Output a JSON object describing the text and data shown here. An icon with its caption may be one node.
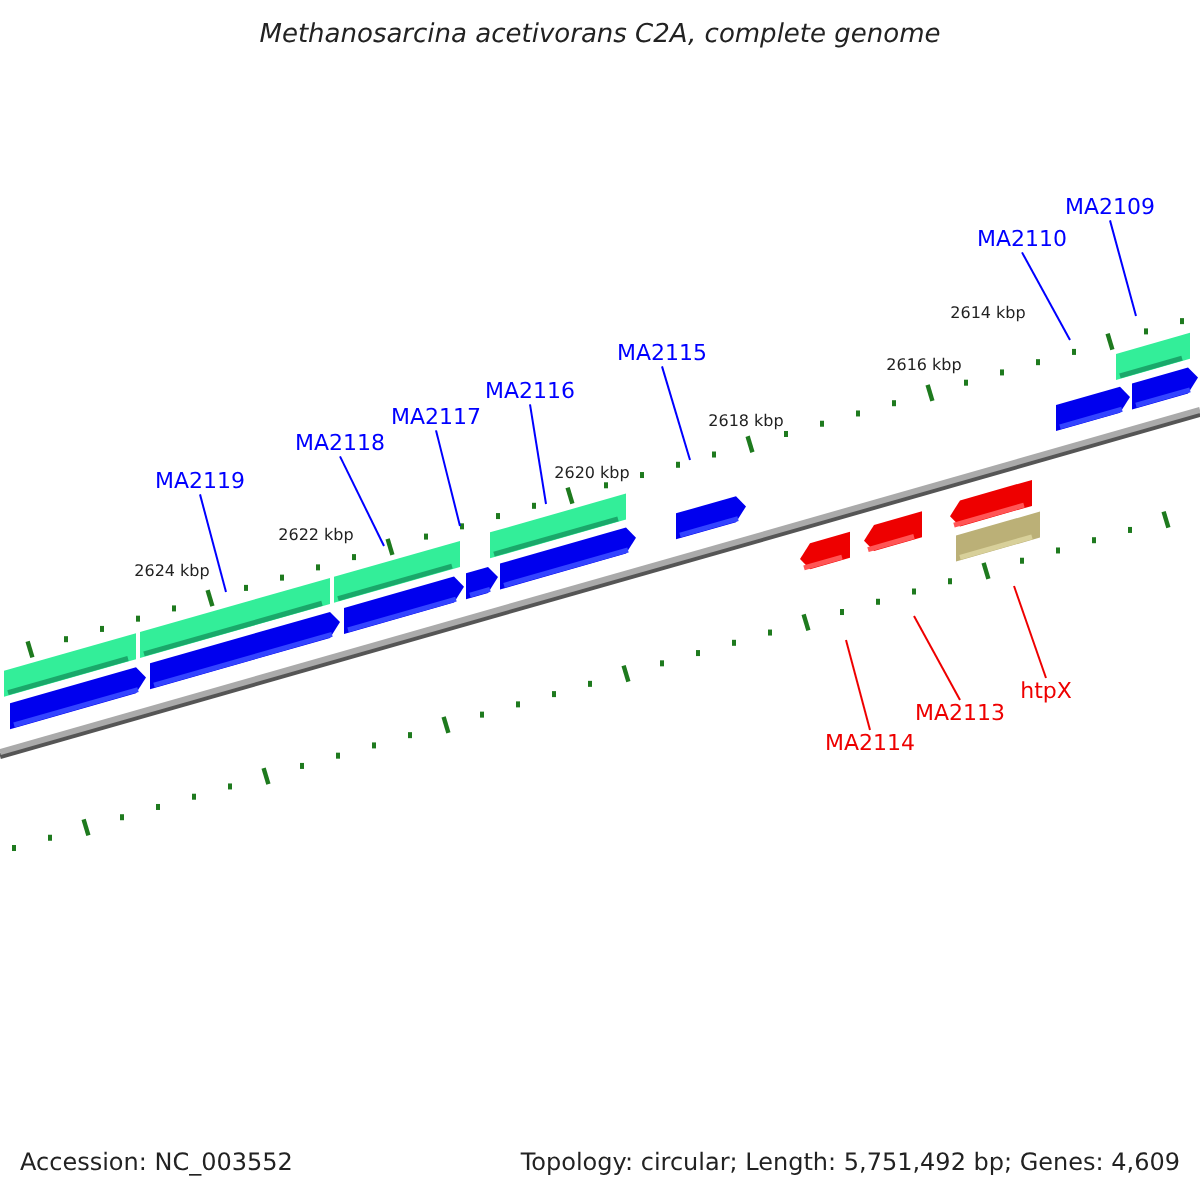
{
  "diagram": {
    "title": "Methanosarcina acetivorans C2A, complete genome",
    "nodes": [
      {
        "text": [
          "MA2119"
        ]
      },
      {
        "text": [
          "MA2118"
        ]
      },
      {
        "text": [
          "MA2117"
        ]
      },
      {
        "text": [
          "MA2116"
        ]
      },
      {
        "text": [
          "MA2115"
        ]
      },
      {
        "text": [
          "MA2110"
        ]
      },
      {
        "text": [
          "MA2109"
        ]
      },
      {
        "text": [
          "MA2114"
        ]
      },
      {
        "text": [
          "MA2113"
        ]
      },
      {
        "text": [
          "htpX"
        ]
      }
    ],
    "edges": [
      {
        "from": 0,
        "to": null,
        "arrow": "none"
      },
      {
        "from": 1,
        "to": null,
        "arrow": "none"
      },
      {
        "from": 2,
        "to": null,
        "arrow": "none"
      },
      {
        "from": 3,
        "to": null,
        "arrow": "none"
      },
      {
        "from": 4,
        "to": null,
        "arrow": "none"
      },
      {
        "from": 5,
        "to": null,
        "arrow": "none"
      },
      {
        "from": 6,
        "to": null,
        "arrow": "none"
      },
      {
        "from": 7,
        "to": null,
        "arrow": "none",
        "color": "#ee0000"
      },
      {
        "from": 8,
        "to": null,
        "arrow": "none",
        "color": "#ee0000"
      },
      {
        "from": 9,
        "to": null,
        "arrow": "none",
        "color": "#ee0000"
      }
    ],
    "labels": [
      "2624 kbp",
      "2622 kbp",
      "2620 kbp",
      "2618 kbp",
      "2616 kbp",
      "2614 kbp",
      "Accession: NC_003552",
      "Topology: circular; Length: 5,751,492 bp; Genes: 4,609"
    ]
  }
}
